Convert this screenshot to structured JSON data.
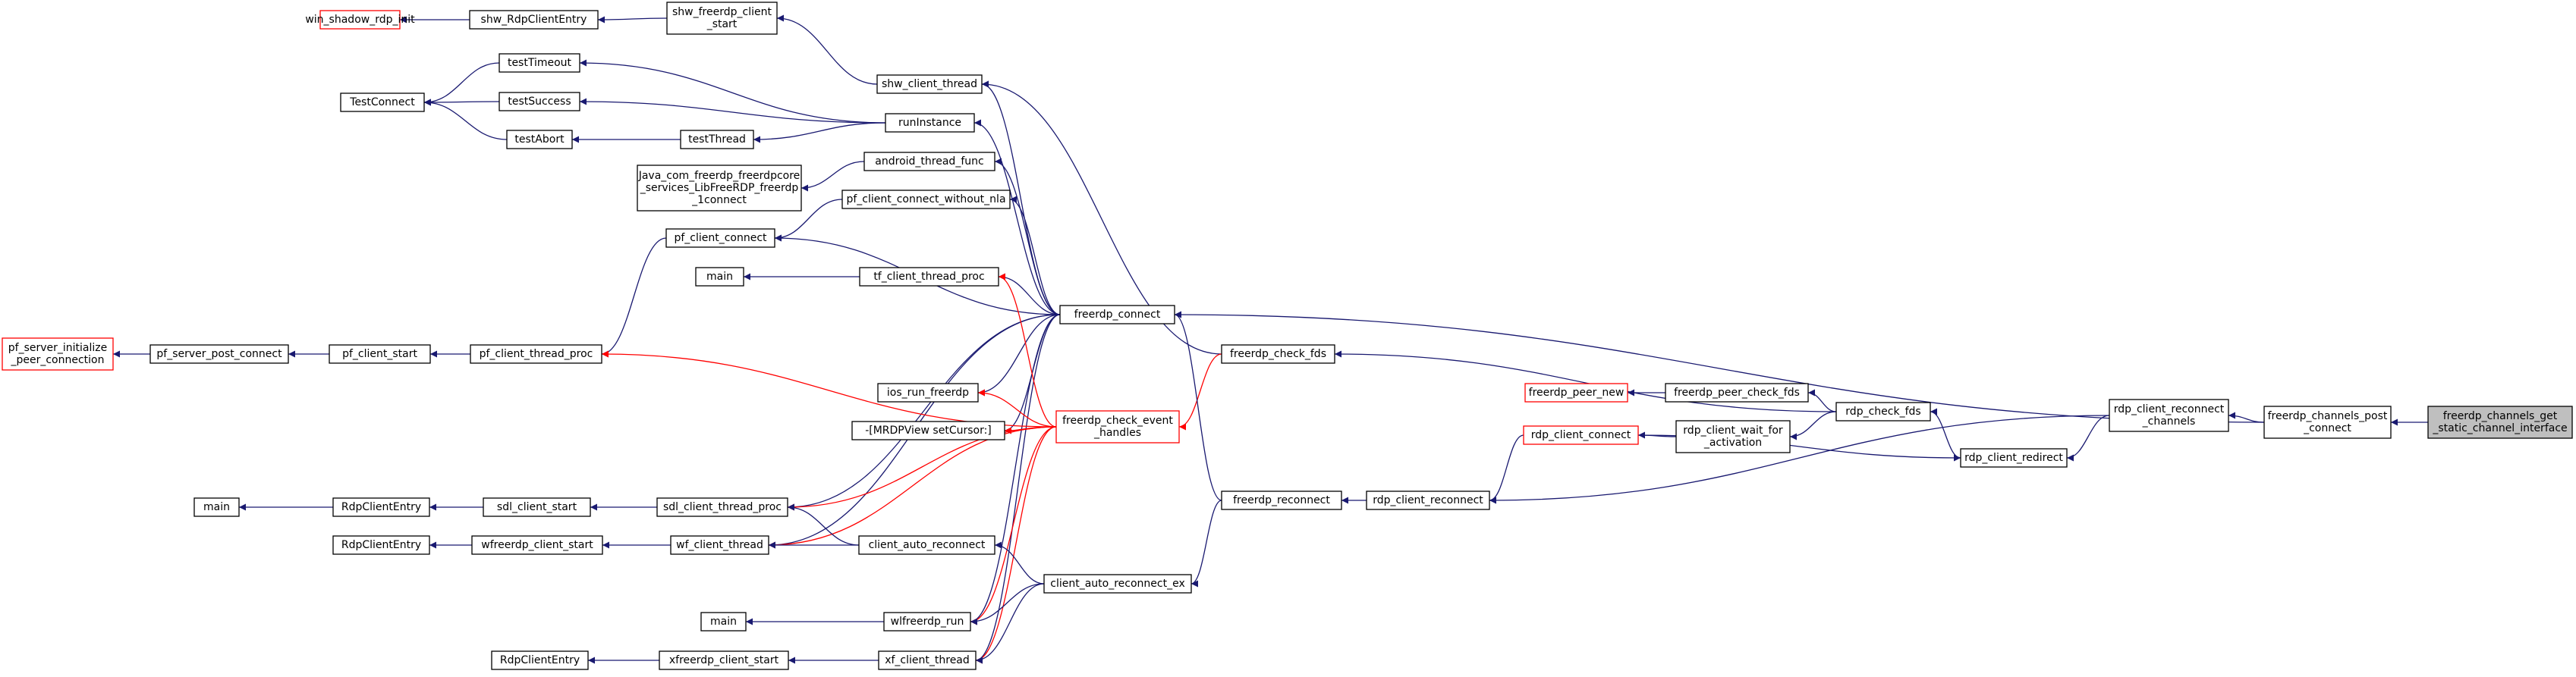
{
  "colors": {
    "edge": "#191970",
    "red_edge": "#ff0000",
    "red_border": "#ff0000",
    "focus_fill": "#bfbfbf"
  },
  "nodes": [
    {
      "id": "n_win_shadow",
      "lines": [
        "win_shadow_rdp_init"
      ],
      "style": "red"
    },
    {
      "id": "n_shw_rdp",
      "lines": [
        "shw_RdpClientEntry"
      ],
      "style": "normal"
    },
    {
      "id": "n_shw_start",
      "lines": [
        "shw_freerdp_client",
        "_start"
      ],
      "style": "normal"
    },
    {
      "id": "n_shw_thread",
      "lines": [
        "shw_client_thread"
      ],
      "style": "normal"
    },
    {
      "id": "n_testconnect",
      "lines": [
        "TestConnect"
      ],
      "style": "normal"
    },
    {
      "id": "n_testtimeout",
      "lines": [
        "testTimeout"
      ],
      "style": "normal"
    },
    {
      "id": "n_testsuccess",
      "lines": [
        "testSuccess"
      ],
      "style": "normal"
    },
    {
      "id": "n_testabort",
      "lines": [
        "testAbort"
      ],
      "style": "normal"
    },
    {
      "id": "n_testthread",
      "lines": [
        "testThread"
      ],
      "style": "normal"
    },
    {
      "id": "n_runinstance",
      "lines": [
        "runInstance"
      ],
      "style": "normal"
    },
    {
      "id": "n_java",
      "lines": [
        "Java_com_freerdp_freerdpcore",
        "_services_LibFreeRDP_freerdp",
        "_1connect"
      ],
      "style": "normal"
    },
    {
      "id": "n_android",
      "lines": [
        "android_thread_func"
      ],
      "style": "normal"
    },
    {
      "id": "n_pf_without_nla",
      "lines": [
        "pf_client_connect_without_nla"
      ],
      "style": "normal"
    },
    {
      "id": "n_pf_connect",
      "lines": [
        "pf_client_connect"
      ],
      "style": "normal"
    },
    {
      "id": "n_main_tf",
      "lines": [
        "main"
      ],
      "style": "normal"
    },
    {
      "id": "n_tf_thread",
      "lines": [
        "tf_client_thread_proc"
      ],
      "style": "normal"
    },
    {
      "id": "n_freerdp_connect",
      "lines": [
        "freerdp_connect"
      ],
      "style": "normal"
    },
    {
      "id": "n_pf_server_init",
      "lines": [
        "pf_server_initialize",
        "_peer_connection"
      ],
      "style": "red"
    },
    {
      "id": "n_pf_server_post",
      "lines": [
        "pf_server_post_connect"
      ],
      "style": "normal"
    },
    {
      "id": "n_pf_client_start",
      "lines": [
        "pf_client_start"
      ],
      "style": "normal"
    },
    {
      "id": "n_pf_thread_proc",
      "lines": [
        "pf_client_thread_proc"
      ],
      "style": "normal"
    },
    {
      "id": "n_check_fds",
      "lines": [
        "freerdp_check_fds"
      ],
      "style": "normal"
    },
    {
      "id": "n_ios",
      "lines": [
        "ios_run_freerdp"
      ],
      "style": "normal"
    },
    {
      "id": "n_mrdp",
      "lines": [
        "-[MRDPView setCursor:]"
      ],
      "style": "normal"
    },
    {
      "id": "n_event_handles",
      "lines": [
        "freerdp_check_event",
        "_handles"
      ],
      "style": "red"
    },
    {
      "id": "n_main_sdl",
      "lines": [
        "main"
      ],
      "style": "normal"
    },
    {
      "id": "n_rdpentry_sdl",
      "lines": [
        "RdpClientEntry"
      ],
      "style": "normal"
    },
    {
      "id": "n_sdl_start",
      "lines": [
        "sdl_client_start"
      ],
      "style": "normal"
    },
    {
      "id": "n_sdl_thread",
      "lines": [
        "sdl_client_thread_proc"
      ],
      "style": "normal"
    },
    {
      "id": "n_rdpentry_wf",
      "lines": [
        "RdpClientEntry"
      ],
      "style": "normal"
    },
    {
      "id": "n_wf_start",
      "lines": [
        "wfreerdp_client_start"
      ],
      "style": "normal"
    },
    {
      "id": "n_wf_thread",
      "lines": [
        "wf_client_thread"
      ],
      "style": "normal"
    },
    {
      "id": "n_auto_reconnect",
      "lines": [
        "client_auto_reconnect"
      ],
      "style": "normal"
    },
    {
      "id": "n_auto_reconnect_ex",
      "lines": [
        "client_auto_reconnect_ex"
      ],
      "style": "normal"
    },
    {
      "id": "n_main_wl",
      "lines": [
        "main"
      ],
      "style": "normal"
    },
    {
      "id": "n_wl_run",
      "lines": [
        "wlfreerdp_run"
      ],
      "style": "normal"
    },
    {
      "id": "n_rdpentry_xf",
      "lines": [
        "RdpClientEntry"
      ],
      "style": "normal"
    },
    {
      "id": "n_xf_start",
      "lines": [
        "xfreerdp_client_start"
      ],
      "style": "normal"
    },
    {
      "id": "n_xf_thread",
      "lines": [
        "xf_client_thread"
      ],
      "style": "normal"
    },
    {
      "id": "n_freerdp_reconnect",
      "lines": [
        "freerdp_reconnect"
      ],
      "style": "normal"
    },
    {
      "id": "n_rdp_reconnect",
      "lines": [
        "rdp_client_reconnect"
      ],
      "style": "normal"
    },
    {
      "id": "n_peer_new",
      "lines": [
        "freerdp_peer_new"
      ],
      "style": "red"
    },
    {
      "id": "n_peer_check",
      "lines": [
        "freerdp_peer_check_fds"
      ],
      "style": "normal"
    },
    {
      "id": "n_wait_activation",
      "lines": [
        "rdp_client_wait_for",
        "_activation"
      ],
      "style": "normal"
    },
    {
      "id": "n_rdp_check_fds",
      "lines": [
        "rdp_check_fds"
      ],
      "style": "normal"
    },
    {
      "id": "n_rdp_client_connect",
      "lines": [
        "rdp_client_connect"
      ],
      "style": "red"
    },
    {
      "id": "n_rdp_redirect",
      "lines": [
        "rdp_client_redirect"
      ],
      "style": "normal"
    },
    {
      "id": "n_reconnect_channels",
      "lines": [
        "rdp_client_reconnect",
        "_channels"
      ],
      "style": "normal"
    },
    {
      "id": "n_post_connect",
      "lines": [
        "freerdp_channels_post",
        "_connect"
      ],
      "style": "normal"
    },
    {
      "id": "n_get_static",
      "lines": [
        "freerdp_channels_get",
        "_static_channel_interface"
      ],
      "style": "focus"
    }
  ],
  "edges": [
    {
      "from": "n_win_shadow",
      "to": "n_shw_rdp"
    },
    {
      "from": "n_shw_rdp",
      "to": "n_shw_start"
    },
    {
      "from": "n_shw_start",
      "to": "n_shw_thread"
    },
    {
      "from": "n_testconnect",
      "to": "n_testtimeout"
    },
    {
      "from": "n_testconnect",
      "to": "n_testsuccess"
    },
    {
      "from": "n_testconnect",
      "to": "n_testabort"
    },
    {
      "from": "n_testabort",
      "to": "n_testthread"
    },
    {
      "from": "n_testtimeout",
      "to": "n_runinstance"
    },
    {
      "from": "n_testsuccess",
      "to": "n_runinstance"
    },
    {
      "from": "n_testthread",
      "to": "n_runinstance"
    },
    {
      "from": "n_java",
      "to": "n_android"
    },
    {
      "from": "n_pf_connect",
      "to": "n_pf_without_nla"
    },
    {
      "from": "n_pf_thread_proc",
      "to": "n_pf_connect"
    },
    {
      "from": "n_main_tf",
      "to": "n_tf_thread"
    },
    {
      "from": "n_pf_server_init",
      "to": "n_pf_server_post"
    },
    {
      "from": "n_pf_server_post",
      "to": "n_pf_client_start"
    },
    {
      "from": "n_pf_client_start",
      "to": "n_pf_thread_proc"
    },
    {
      "from": "n_shw_thread",
      "to": "n_freerdp_connect"
    },
    {
      "from": "n_runinstance",
      "to": "n_freerdp_connect"
    },
    {
      "from": "n_android",
      "to": "n_freerdp_connect"
    },
    {
      "from": "n_pf_without_nla",
      "to": "n_freerdp_connect"
    },
    {
      "from": "n_pf_connect",
      "to": "n_freerdp_connect"
    },
    {
      "from": "n_tf_thread",
      "to": "n_freerdp_connect"
    },
    {
      "from": "n_ios",
      "to": "n_freerdp_connect"
    },
    {
      "from": "n_mrdp",
      "to": "n_freerdp_connect"
    },
    {
      "from": "n_sdl_thread",
      "to": "n_freerdp_connect"
    },
    {
      "from": "n_wf_thread",
      "to": "n_freerdp_connect"
    },
    {
      "from": "n_wl_run",
      "to": "n_freerdp_connect"
    },
    {
      "from": "n_xf_thread",
      "to": "n_freerdp_connect"
    },
    {
      "from": "n_shw_thread",
      "to": "n_check_fds"
    },
    {
      "from": "n_event_handles",
      "to": "n_check_fds",
      "style": "red"
    },
    {
      "from": "n_tf_thread",
      "to": "n_event_handles",
      "style": "red"
    },
    {
      "from": "n_ios",
      "to": "n_event_handles",
      "style": "red"
    },
    {
      "from": "n_mrdp",
      "to": "n_event_handles",
      "style": "red"
    },
    {
      "from": "n_pf_thread_proc",
      "to": "n_event_handles",
      "style": "red"
    },
    {
      "from": "n_sdl_thread",
      "to": "n_event_handles",
      "style": "red"
    },
    {
      "from": "n_wf_thread",
      "to": "n_event_handles",
      "style": "red"
    },
    {
      "from": "n_wl_run",
      "to": "n_event_handles",
      "style": "red"
    },
    {
      "from": "n_xf_thread",
      "to": "n_event_handles",
      "style": "red"
    },
    {
      "from": "n_main_sdl",
      "to": "n_rdpentry_sdl"
    },
    {
      "from": "n_rdpentry_sdl",
      "to": "n_sdl_start"
    },
    {
      "from": "n_sdl_start",
      "to": "n_sdl_thread"
    },
    {
      "from": "n_rdpentry_wf",
      "to": "n_wf_start"
    },
    {
      "from": "n_wf_start",
      "to": "n_wf_thread"
    },
    {
      "from": "n_wf_thread",
      "to": "n_auto_reconnect"
    },
    {
      "from": "n_sdl_thread",
      "to": "n_auto_reconnect"
    },
    {
      "from": "n_auto_reconnect",
      "to": "n_auto_reconnect_ex"
    },
    {
      "from": "n_wl_run",
      "to": "n_auto_reconnect_ex"
    },
    {
      "from": "n_xf_thread",
      "to": "n_auto_reconnect_ex"
    },
    {
      "from": "n_main_wl",
      "to": "n_wl_run"
    },
    {
      "from": "n_rdpentry_xf",
      "to": "n_xf_start"
    },
    {
      "from": "n_xf_start",
      "to": "n_xf_thread"
    },
    {
      "from": "n_freerdp_connect",
      "to": "n_freerdp_reconnect"
    },
    {
      "from": "n_auto_reconnect_ex",
      "to": "n_freerdp_reconnect"
    },
    {
      "from": "n_freerdp_reconnect",
      "to": "n_rdp_reconnect"
    },
    {
      "from": "n_peer_new",
      "to": "n_peer_check"
    },
    {
      "from": "n_peer_check",
      "to": "n_rdp_check_fds"
    },
    {
      "from": "n_check_fds",
      "to": "n_rdp_check_fds"
    },
    {
      "from": "n_wait_activation",
      "to": "n_rdp_check_fds"
    },
    {
      "from": "n_rdp_client_connect",
      "to": "n_wait_activation"
    },
    {
      "from": "n_rdp_reconnect",
      "to": "n_rdp_client_connect"
    },
    {
      "from": "n_rdp_redirect",
      "to": "n_rdp_client_connect"
    },
    {
      "from": "n_rdp_check_fds",
      "to": "n_rdp_redirect"
    },
    {
      "from": "n_rdp_redirect",
      "to": "n_reconnect_channels"
    },
    {
      "from": "n_rdp_reconnect",
      "to": "n_reconnect_channels"
    },
    {
      "from": "n_reconnect_channels",
      "to": "n_post_connect"
    },
    {
      "from": "n_freerdp_connect",
      "to": "n_post_connect"
    },
    {
      "from": "n_post_connect",
      "to": "n_get_static"
    }
  ]
}
